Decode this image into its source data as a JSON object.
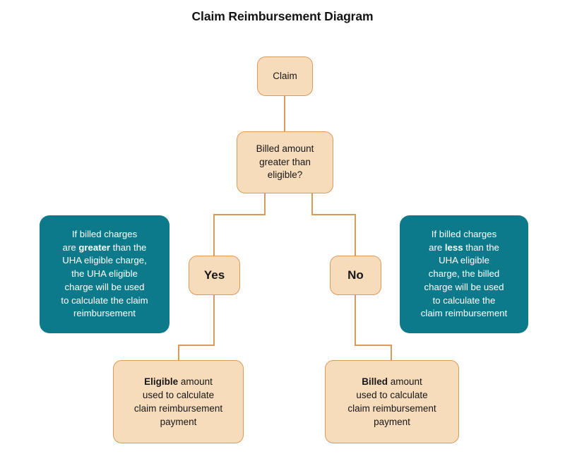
{
  "title": "Claim Reimbursement Diagram",
  "colors": {
    "peach_fill": "#F7DCBC",
    "peach_border": "#D99B5C",
    "teal_fill": "#0D7A8C",
    "text_dark": "#171717",
    "text_light": "#FFFFFF",
    "background": "#FFFFFF"
  },
  "nodes": {
    "start": {
      "id": "claim",
      "label": "Claim",
      "type": "process"
    },
    "decision": {
      "id": "billed-vs-eligible",
      "label": "Billed amount greater than eligible?",
      "lines": [
        "Billed amount",
        "greater than",
        "eligible?"
      ],
      "type": "decision"
    },
    "branch_yes": {
      "id": "yes",
      "label": "Yes",
      "type": "branch-label"
    },
    "branch_no": {
      "id": "no",
      "label": "No",
      "type": "branch-label"
    },
    "outcome_eligible": {
      "id": "eligible-outcome",
      "emphasis": "Eligible",
      "rest": " amount used to calculate claim reimbursement payment",
      "full_text": "Eligible amount used to calculate claim reimbursement payment",
      "lines": [
        "Eligible amount",
        "used to calculate",
        "claim reimbursement",
        "payment"
      ],
      "type": "outcome"
    },
    "outcome_billed": {
      "id": "billed-outcome",
      "emphasis": "Billed",
      "rest": " amount used to calculate claim reimbursement payment",
      "full_text": "Billed amount used to calculate claim reimbursement payment",
      "lines": [
        "Billed amount",
        "used to calculate",
        "claim reimbursement",
        "payment"
      ],
      "type": "outcome"
    }
  },
  "notes": {
    "greater": {
      "id": "note-greater",
      "before": "If billed charges are ",
      "emphasis": "greater",
      "after": " than the UHA eligible charge, the UHA eligible charge will be used to calculate the claim reimbursement",
      "full_text": "If billed charges are greater than the UHA eligible charge, the UHA eligible charge will be used to calculate the claim reimbursement",
      "lines": [
        "If billed charges",
        "are greater than the",
        "UHA eligible charge,",
        "the UHA eligible",
        "charge will be used",
        "to calculate the claim",
        "reimbursement"
      ]
    },
    "less": {
      "id": "note-less",
      "before": "If billed charges are ",
      "emphasis": "less",
      "after": " than the UHA eligible charge, the billed charge will be used to calculate the claim reimbursement",
      "full_text": "If billed charges are less than the UHA eligible charge, the billed charge will be used to calculate the claim reimbursement",
      "lines": [
        "If billed charges",
        "are less than the",
        "UHA eligible",
        "charge, the billed",
        "charge will be used",
        "to calculate the",
        "claim reimbursement"
      ]
    }
  },
  "edges": [
    {
      "from": "claim",
      "to": "billed-vs-eligible",
      "label": ""
    },
    {
      "from": "billed-vs-eligible",
      "to": "yes",
      "label": "Yes"
    },
    {
      "from": "billed-vs-eligible",
      "to": "no",
      "label": "No"
    },
    {
      "from": "yes",
      "to": "eligible-outcome",
      "label": ""
    },
    {
      "from": "no",
      "to": "billed-outcome",
      "label": ""
    }
  ]
}
